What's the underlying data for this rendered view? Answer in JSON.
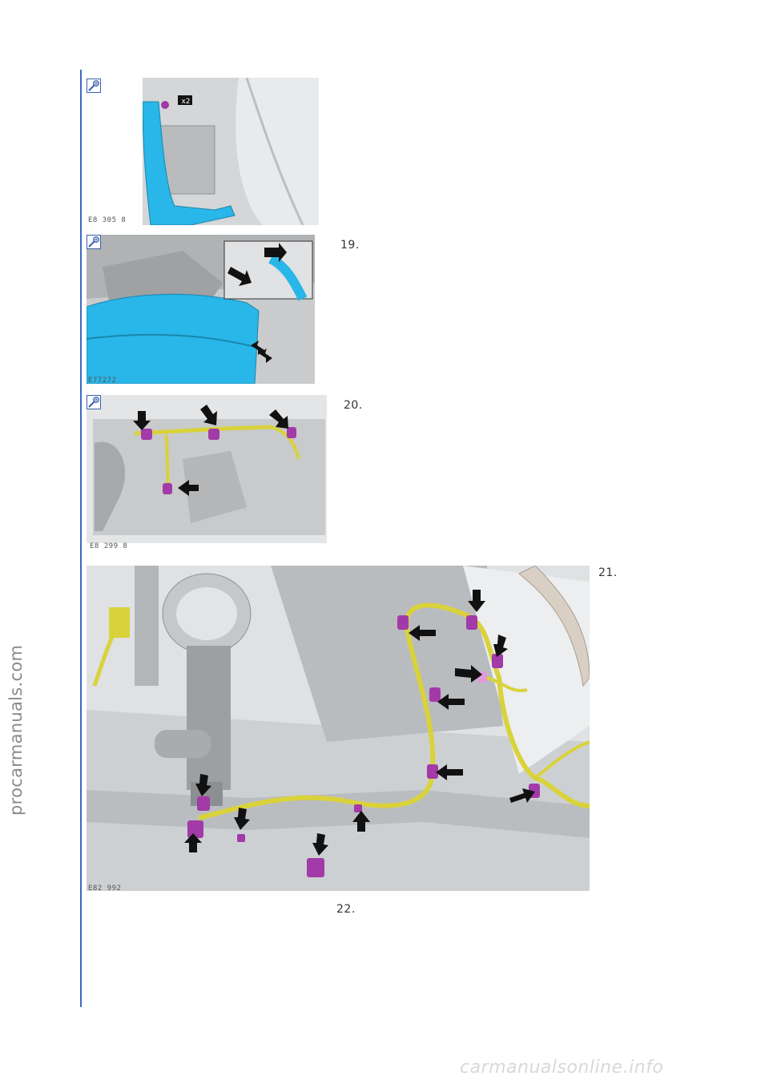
{
  "watermark": {
    "side": "procarmanuals.com",
    "footer": "carmanualsonline.info"
  },
  "figures": [
    {
      "code": "E8 305 8",
      "icon": "zoom-icon",
      "callout": "x2"
    },
    {
      "code": "E77272",
      "icon": "zoom-icon"
    },
    {
      "code": "E8 299 8",
      "icon": "zoom-icon"
    },
    {
      "code": "E82 992"
    }
  ],
  "steps": [
    "19.",
    "20.",
    "21.",
    "22."
  ],
  "colors": {
    "accent_line": "#3f68c4",
    "bumper": "#29b6e8",
    "harness": "#d9d23a",
    "clip": "#a23aa8"
  }
}
